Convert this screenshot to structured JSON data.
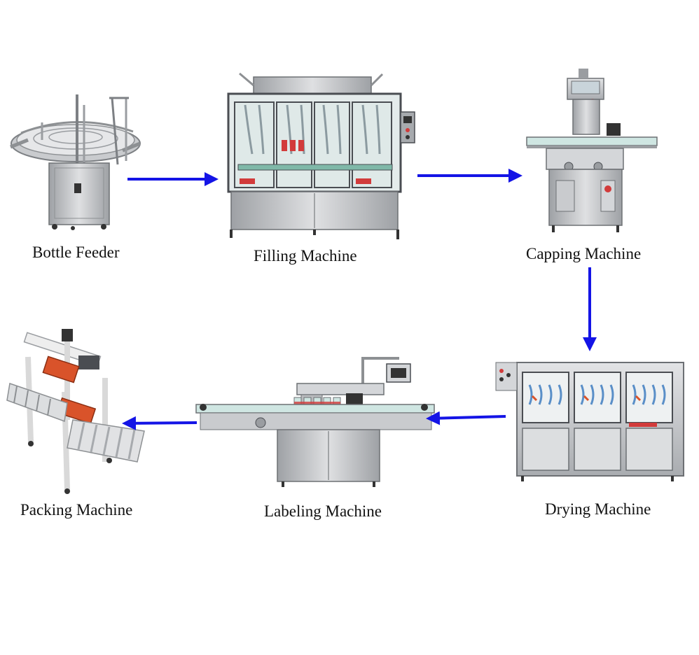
{
  "stations": [
    {
      "label": "Bottle Feeder"
    },
    {
      "label": "Filling Machine"
    },
    {
      "label": "Capping Machine"
    },
    {
      "label": "Drying Machine"
    },
    {
      "label": "Labeling Machine"
    },
    {
      "label": "Packing Machine"
    }
  ],
  "colors": {
    "arrow": "#1414e6",
    "steel_light": "#d9dadc",
    "steel_mid": "#b9bbbe",
    "steel_dark": "#8d9093",
    "frame_dark": "#4a4d52",
    "accent_orange": "#d9532a",
    "accent_red": "#d23b3b",
    "glass": "#cfe6e2",
    "roller": "#a7aaae",
    "frame_white": "#eeeeee"
  },
  "icons": [
    "bottle-feeder-icon",
    "filling-machine-icon",
    "capping-machine-icon",
    "drying-machine-icon",
    "labeling-machine-icon",
    "packing-machine-icon"
  ]
}
